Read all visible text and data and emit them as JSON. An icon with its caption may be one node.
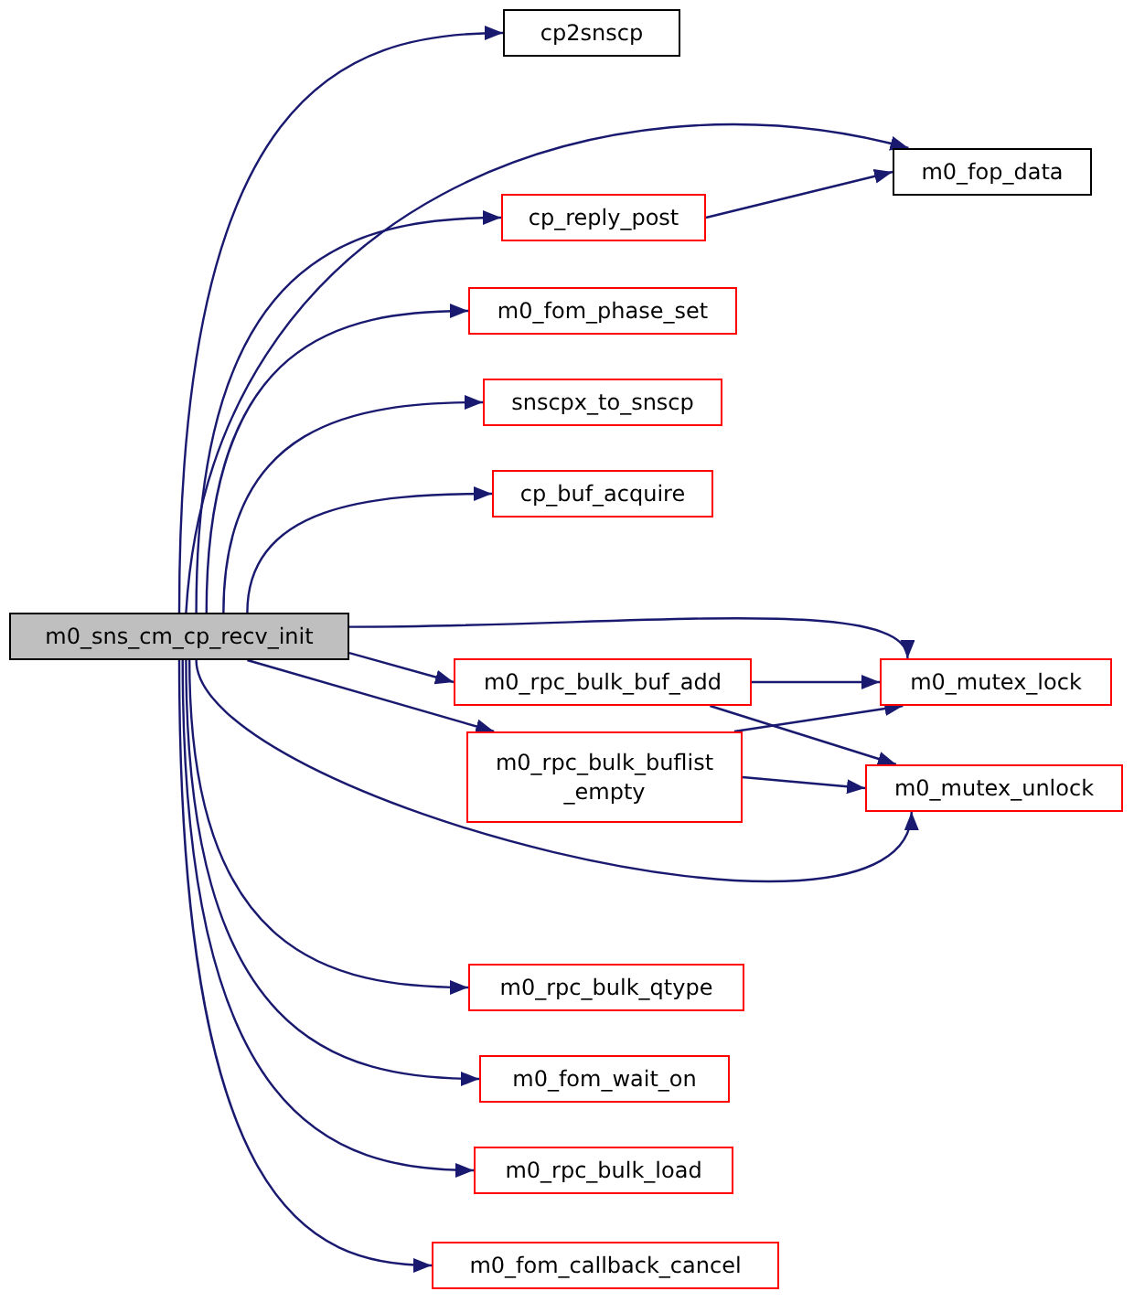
{
  "diagram": {
    "nodes": [
      {
        "text": [
          "m0_sns_cm_cp_recv_init"
        ]
      },
      {
        "text": [
          "cp2snscp"
        ]
      },
      {
        "text": [
          "m0_fop_data"
        ]
      },
      {
        "text": [
          "cp_reply_post"
        ]
      },
      {
        "text": [
          "m0_fom_phase_set"
        ]
      },
      {
        "text": [
          "snscpx_to_snscp"
        ]
      },
      {
        "text": [
          "cp_buf_acquire"
        ]
      },
      {
        "text": [
          "m0_rpc_bulk_buf_add"
        ]
      },
      {
        "text": [
          "m0_mutex_lock"
        ]
      },
      {
        "text": [
          "m0_rpc_bulk_buflist _empty"
        ]
      },
      {
        "text": [
          "m0_mutex_unlock"
        ]
      },
      {
        "text": [
          "m0_rpc_bulk_qtype"
        ]
      },
      {
        "text": [
          "m0_fom_wait_on"
        ]
      },
      {
        "text": [
          "m0_rpc_bulk_load"
        ]
      },
      {
        "text": [
          "m0_fom_callback_cancel"
        ]
      }
    ],
    "edges": [
      {
        "from": 0,
        "to": 1,
        "arrow": "to"
      },
      {
        "from": 0,
        "to": 2,
        "arrow": "to"
      },
      {
        "from": 0,
        "to": 3,
        "arrow": "to"
      },
      {
        "from": 0,
        "to": 4,
        "arrow": "to"
      },
      {
        "from": 0,
        "to": 5,
        "arrow": "to"
      },
      {
        "from": 0,
        "to": 6,
        "arrow": "to"
      },
      {
        "from": 0,
        "to": 8,
        "arrow": "to"
      },
      {
        "from": 0,
        "to": 7,
        "arrow": "to"
      },
      {
        "from": 0,
        "to": 9,
        "arrow": "to"
      },
      {
        "from": 0,
        "to": 10,
        "arrow": "to"
      },
      {
        "from": 0,
        "to": 11,
        "arrow": "to"
      },
      {
        "from": 0,
        "to": 12,
        "arrow": "to"
      },
      {
        "from": 0,
        "to": 13,
        "arrow": "to"
      },
      {
        "from": 0,
        "to": 14,
        "arrow": "to"
      },
      {
        "from": 3,
        "to": 2,
        "arrow": "to"
      },
      {
        "from": 7,
        "to": 8,
        "arrow": "to"
      },
      {
        "from": 7,
        "to": 10,
        "arrow": "to"
      },
      {
        "from": 9,
        "to": 8,
        "arrow": "to"
      },
      {
        "from": 9,
        "to": 10,
        "arrow": "to"
      }
    ]
  }
}
